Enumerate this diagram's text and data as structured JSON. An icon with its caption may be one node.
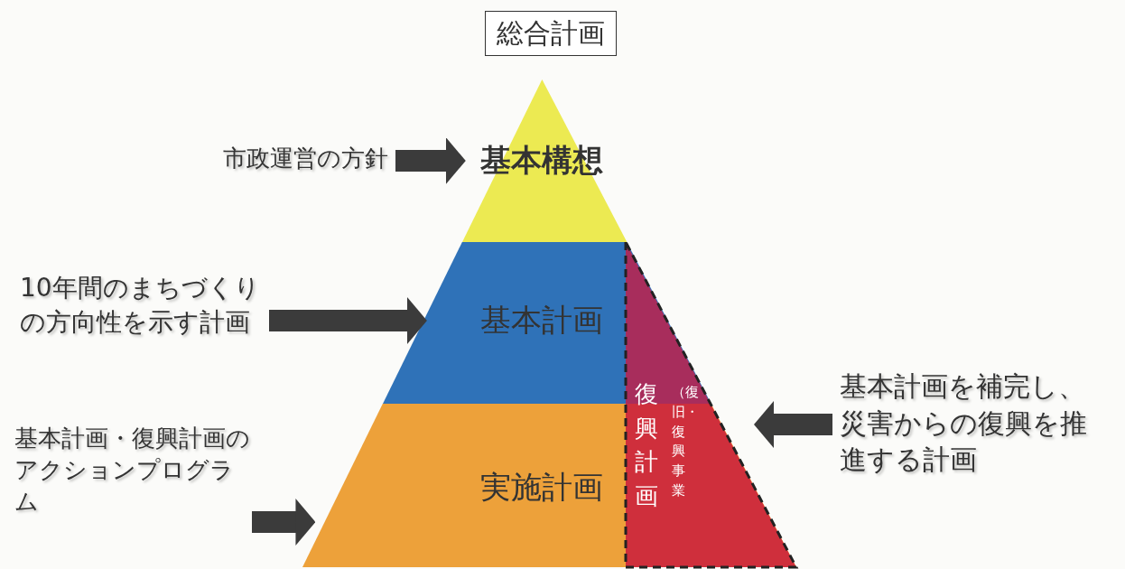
{
  "diagram": {
    "title": "総合計画",
    "nodes": [
      {
        "text": [
          "市政運営の方針"
        ]
      },
      {
        "text": [
          "基本構想"
        ]
      },
      {
        "text": [
          "10年間のまちづくりの方向性を示す計画"
        ]
      },
      {
        "text": [
          "基本計画"
        ]
      },
      {
        "text": [
          "基本計画・復興計画のアクションプログラム"
        ]
      },
      {
        "text": [
          "実施計画"
        ]
      },
      {
        "text": [
          "復興計画",
          "（復旧・復興事業"
        ]
      },
      {
        "text": [
          "基本計画を補完し、災害からの復興を推進する計画"
        ]
      }
    ],
    "edges": [
      {
        "from": 0,
        "to": 1,
        "arrow": "to"
      },
      {
        "from": 2,
        "to": 3,
        "arrow": "to"
      },
      {
        "from": 4,
        "to": 5,
        "arrow": "to"
      },
      {
        "from": 7,
        "to": 6,
        "arrow": "to"
      }
    ]
  }
}
